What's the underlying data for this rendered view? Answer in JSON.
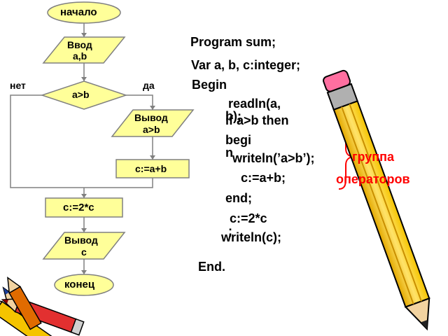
{
  "flowchart": {
    "start": "начало",
    "input": [
      "Ввод",
      "a,b"
    ],
    "condition": "a>b",
    "branch_no": "нет",
    "branch_yes": "да",
    "output_1": [
      "Вывод",
      "a>b"
    ],
    "assign_1": "c:=a+b",
    "assign_2": "c:=2*c",
    "output_2": [
      "Вывод",
      "c"
    ],
    "end": "конец"
  },
  "program": {
    "lines": [
      "Program sum;",
      "Var a, b, c:integer;",
      "Begin",
      "readln(a,",
      "b);",
      "if a>b then",
      "begi",
      "n",
      "writeln(’a>b’);",
      "c:=a+b;",
      "end;",
      "c:=2*c",
      ";",
      "writeln(c);",
      "End."
    ]
  },
  "annotation": {
    "word1": "группа",
    "word2": "операторов",
    "color": "#ff0000"
  },
  "colors": {
    "shape_fill": "#ffff99",
    "shape_stroke": "#808080",
    "line": "#808080"
  },
  "icons": [
    "pencil-icon",
    "pencils-icon"
  ]
}
